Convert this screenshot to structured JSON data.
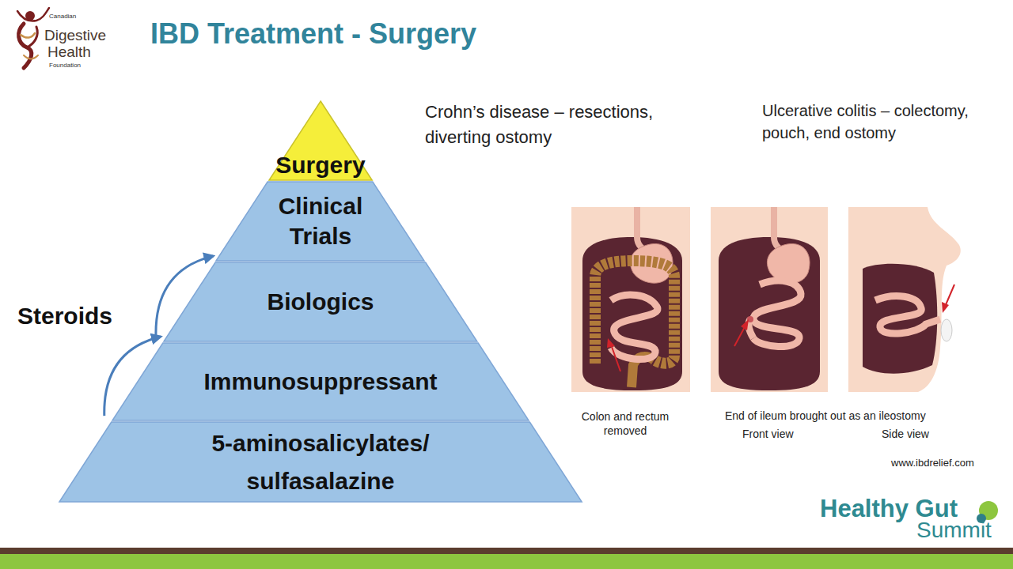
{
  "diagram": {
    "title": "IBD Treatment - Surgery",
    "nodes": [
      {
        "text": [
          "Surgery"
        ]
      },
      {
        "text": [
          "Clinical Trials"
        ]
      },
      {
        "text": [
          "Biologics"
        ]
      },
      {
        "text": [
          "Immunosuppressant"
        ]
      },
      {
        "text": [
          "5-aminosalicylates/ sulfasalazine"
        ]
      }
    ],
    "edges": [
      {
        "from": 3,
        "to": 2,
        "arrow": "to"
      },
      {
        "from": 2,
        "to": 1,
        "arrow": "to"
      }
    ],
    "labels": [
      "Canadian",
      "Digestive",
      "Health",
      "Foundation",
      "Steroids",
      "Crohn’s disease – resections, diverting ostomy",
      "Ulcerative colitis – colectomy, pouch, end ostomy",
      "Colon and rectum removed",
      "End of ileum brought out as an ileostomy",
      "Front view",
      "Side view",
      "www.ibdrelief.com",
      "Healthy Gut",
      "Summit"
    ]
  }
}
